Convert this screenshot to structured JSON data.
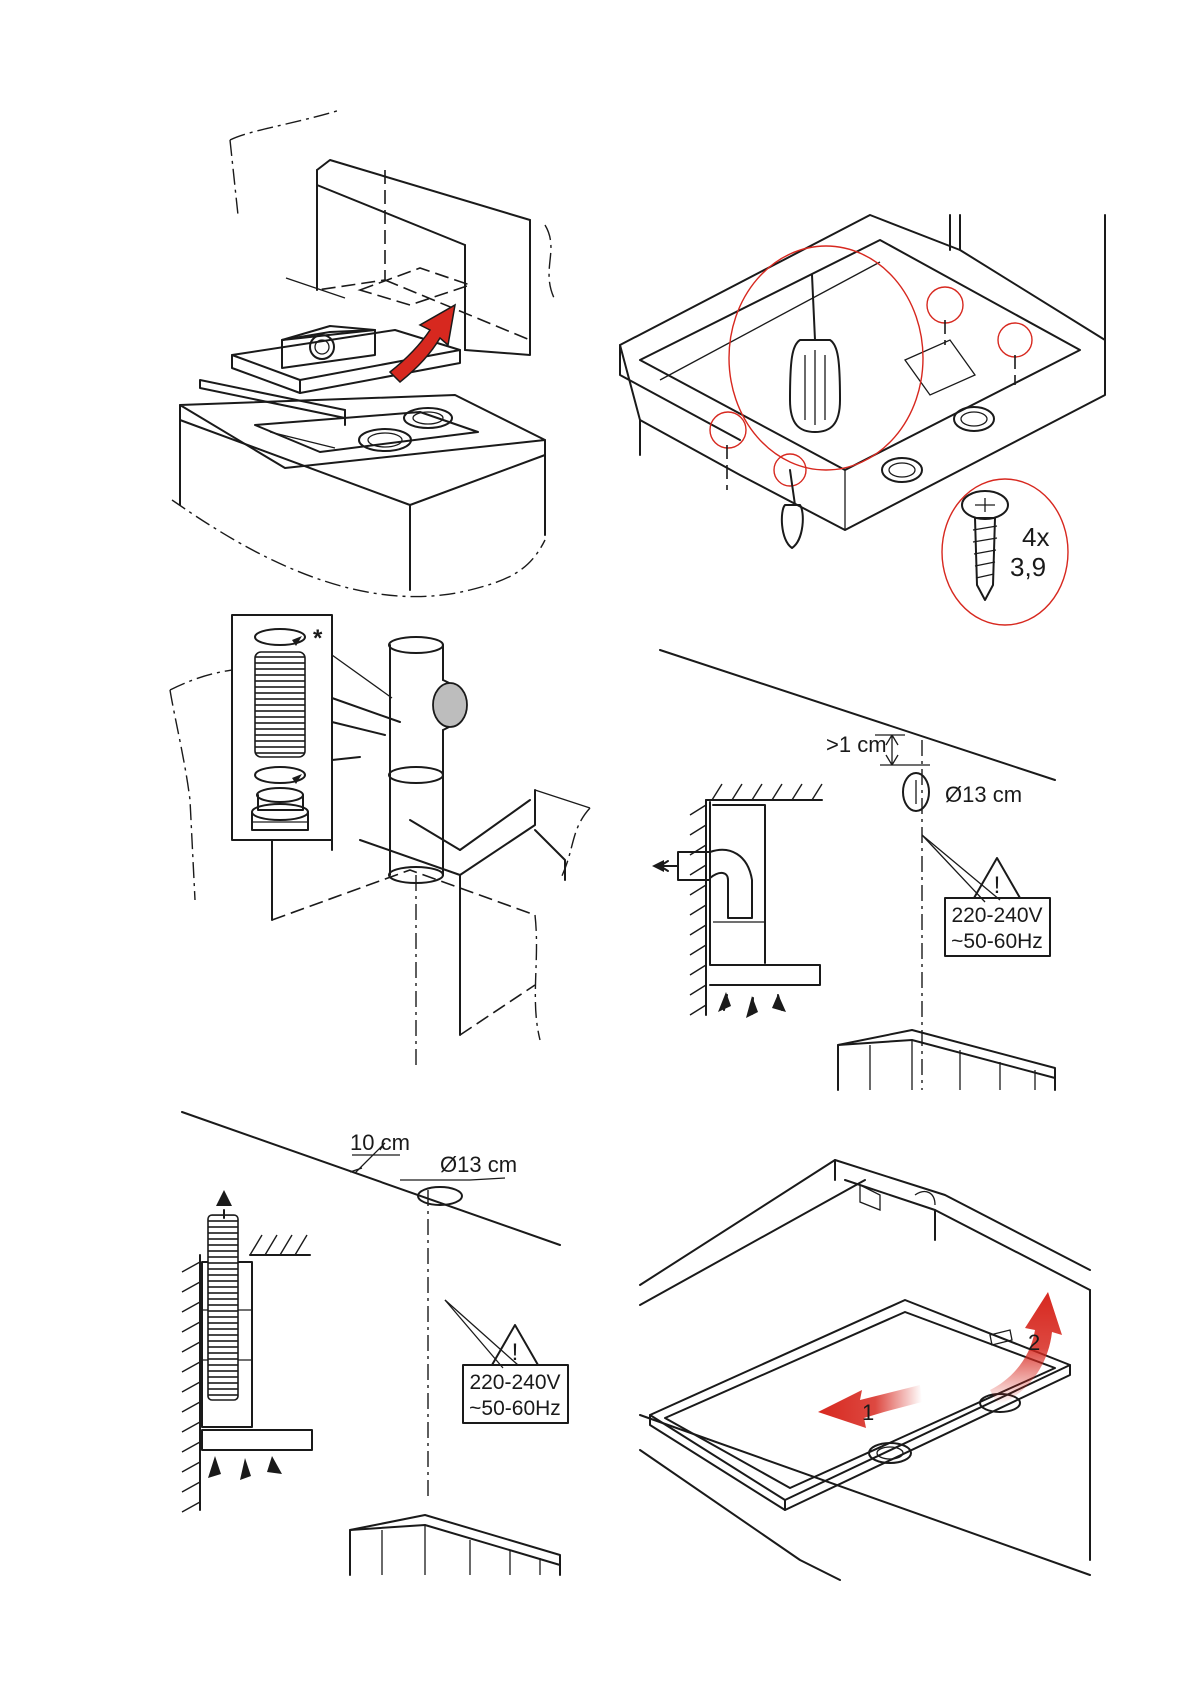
{
  "colors": {
    "accent": "#d7281f",
    "line": "#1a1a1a",
    "background": "#ffffff"
  },
  "panel_screws": {
    "count": "4x",
    "size": "3,9"
  },
  "panel_flex_duct": {
    "note_mark": "*"
  },
  "panel_wall_duct": {
    "clearance": ">1 cm",
    "diameter": "Ø13 cm",
    "warning_symbol": "!",
    "voltage": "220-240V",
    "frequency": "~50-60Hz"
  },
  "panel_ceiling_duct": {
    "offset": "10 cm",
    "diameter": "Ø13 cm",
    "warning_symbol": "!",
    "voltage": "220-240V",
    "frequency": "~50-60Hz"
  },
  "panel_filter": {
    "step_1": "1",
    "step_2": "2"
  },
  "icons": [
    "red-up-arrow-icon",
    "screwdriver-icon",
    "screw-icon",
    "airflow-arrow-icon",
    "warning-triangle-icon",
    "red-slide-arrow-icon",
    "red-lift-arrow-icon"
  ]
}
